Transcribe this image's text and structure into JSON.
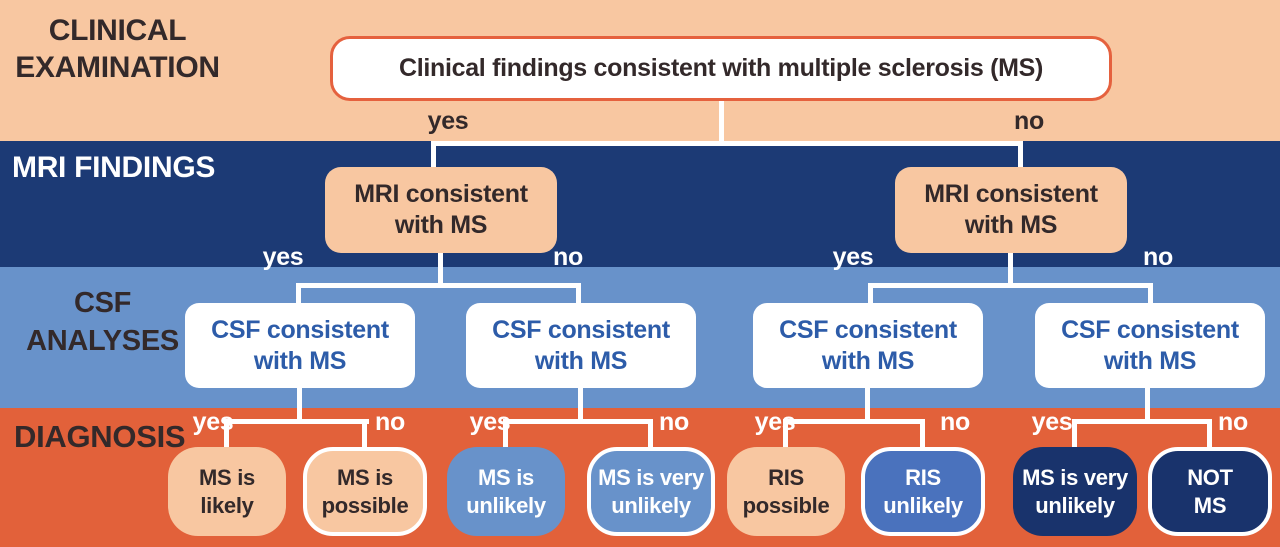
{
  "labels": {
    "yes": "yes",
    "no": "no"
  },
  "rows": {
    "clinical": {
      "line1": "CLINICAL",
      "line2": "EXAMINATION"
    },
    "mri": {
      "label": "MRI FINDINGS"
    },
    "csf": {
      "line1": "CSF",
      "line2": "ANALYSES"
    },
    "diagnosis": {
      "label": "DIAGNOSIS"
    }
  },
  "nodes": {
    "clinical_root": {
      "text": "Clinical findings consistent with multiple sclerosis (MS)"
    },
    "mri_left": {
      "line1": "MRI consistent",
      "line2": "with MS"
    },
    "mri_right": {
      "line1": "MRI consistent",
      "line2": "with MS"
    },
    "csf1": {
      "line1": "CSF consistent",
      "line2": "with MS"
    },
    "csf2": {
      "line1": "CSF consistent",
      "line2": "with MS"
    },
    "csf3": {
      "line1": "CSF consistent",
      "line2": "with MS"
    },
    "csf4": {
      "line1": "CSF consistent",
      "line2": "with MS"
    },
    "diag1": {
      "line1": "MS is",
      "line2": "likely"
    },
    "diag2": {
      "line1": "MS is",
      "line2": "possible"
    },
    "diag3": {
      "line1": "MS is",
      "line2": "unlikely"
    },
    "diag4": {
      "line1": "MS is very",
      "line2": "unlikely"
    },
    "diag5": {
      "line1": "RIS",
      "line2": "possible"
    },
    "diag6": {
      "line1": "RIS",
      "line2": "unlikely"
    },
    "diag7": {
      "line1": "MS is very",
      "line2": "unlikely"
    },
    "diag8": {
      "line1": "NOT",
      "line2": "MS"
    }
  },
  "colors": {
    "peach": "#f8c7a1",
    "navy": "#1c3a75",
    "steel": "#6892ca",
    "orange": "#e2613a",
    "royal": "#4a72bd",
    "deep-navy": "#19336c",
    "ink": "#33292a",
    "csf-text": "#2d5ca9",
    "box-border": "#e5613e"
  }
}
